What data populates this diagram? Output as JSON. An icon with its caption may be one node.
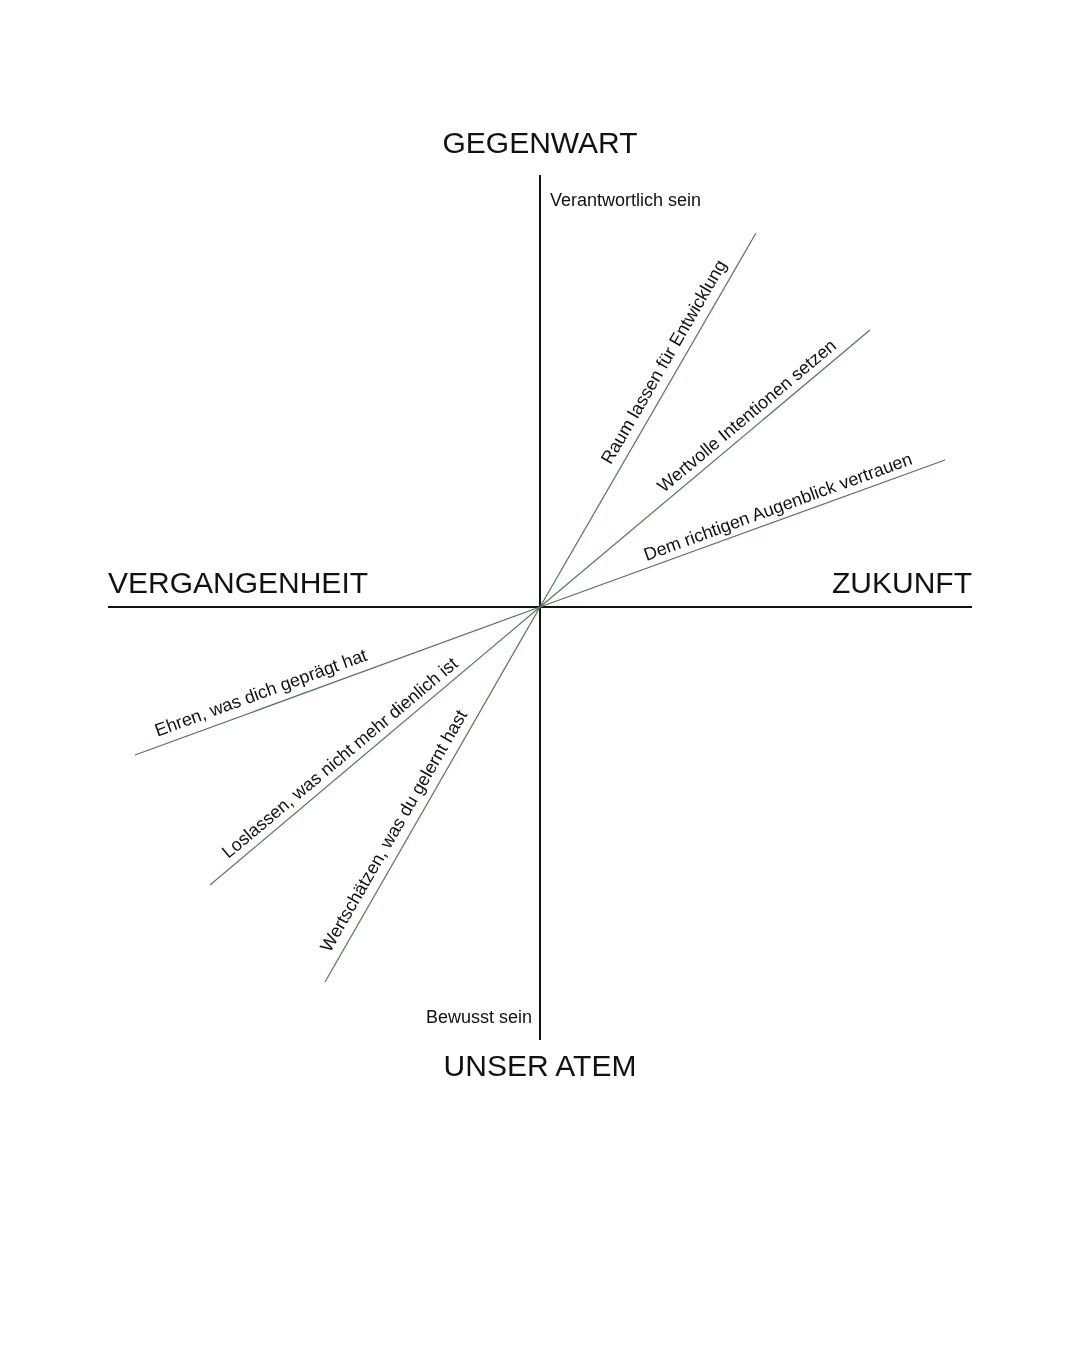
{
  "diagram": {
    "labels": [
      "GEGENWART",
      "Verantwortlich sein",
      "Raum lassen für Entwicklung",
      "Wertvolle Intentionen setzen",
      "Dem richtigen Augenblick vertrauen",
      "VERGANGENHEIT",
      "ZUKUNFT",
      "Ehren, was dich geprägt hat",
      "Loslassen, was nicht mehr dienlich ist",
      "Wertschätzen, was du gelernt hast",
      "Bewusst sein",
      "UNSER ATEM"
    ]
  }
}
